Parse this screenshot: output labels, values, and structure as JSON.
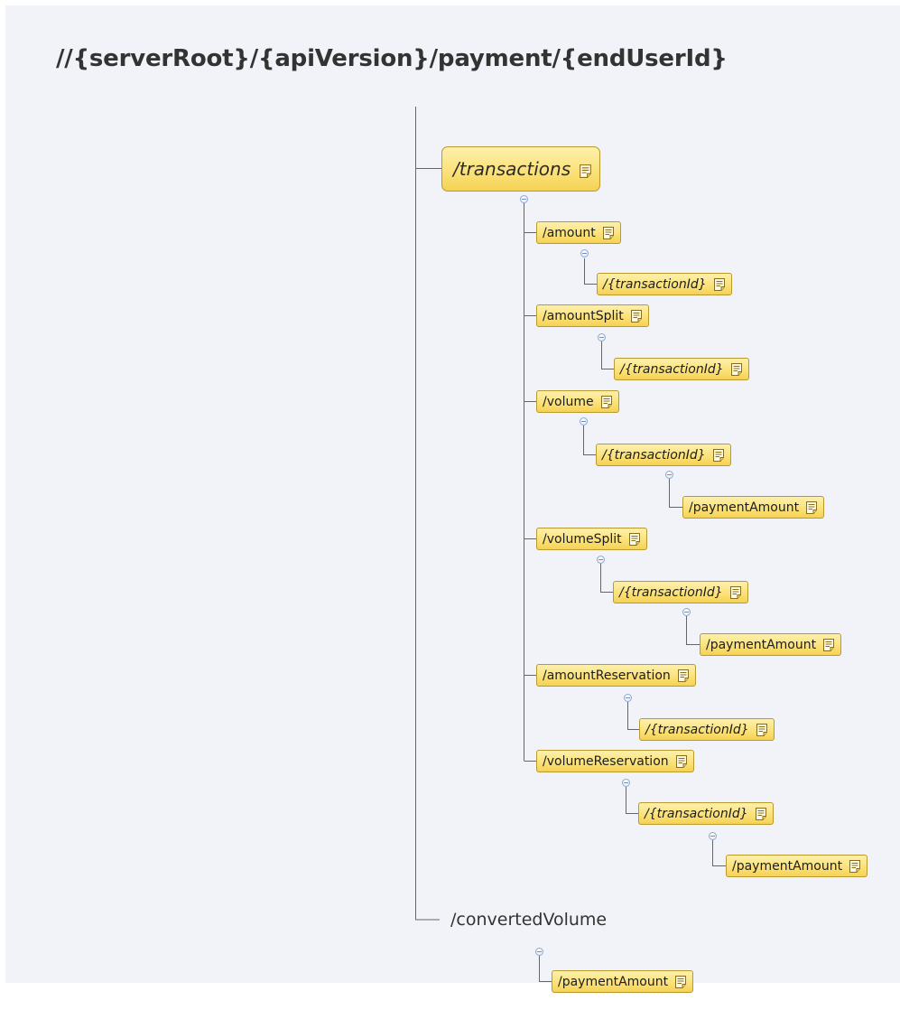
{
  "title": "//{serverRoot}/{apiVersion}/payment/{endUserId}",
  "icons": {
    "note": "note-icon",
    "collapse": "collapse-toggle-icon"
  },
  "colors": {
    "node_fill": "#fbe27a",
    "node_border": "#b89a2e",
    "background": "#f1f3f8",
    "line": "#666666"
  },
  "tree": {
    "transactions": {
      "label": "/transactions",
      "children": {
        "amount": {
          "label": "/amount",
          "transaction_id": {
            "label": "/{transactionId}"
          }
        },
        "amount_split": {
          "label": "/amountSplit",
          "transaction_id": {
            "label": "/{transactionId}"
          }
        },
        "volume": {
          "label": "/volume",
          "transaction_id": {
            "label": "/{transactionId}",
            "payment_amount": {
              "label": "/paymentAmount"
            }
          }
        },
        "volume_split": {
          "label": "/volumeSplit",
          "transaction_id": {
            "label": "/{transactionId}",
            "payment_amount": {
              "label": "/paymentAmount"
            }
          }
        },
        "amount_reservation": {
          "label": "/amountReservation",
          "transaction_id": {
            "label": "/{transactionId}"
          }
        },
        "volume_reservation": {
          "label": "/volumeReservation",
          "transaction_id": {
            "label": "/{transactionId}",
            "payment_amount": {
              "label": "/paymentAmount"
            }
          }
        }
      }
    },
    "converted_volume": {
      "label": "/convertedVolume",
      "payment_amount": {
        "label": "/paymentAmount"
      }
    }
  }
}
